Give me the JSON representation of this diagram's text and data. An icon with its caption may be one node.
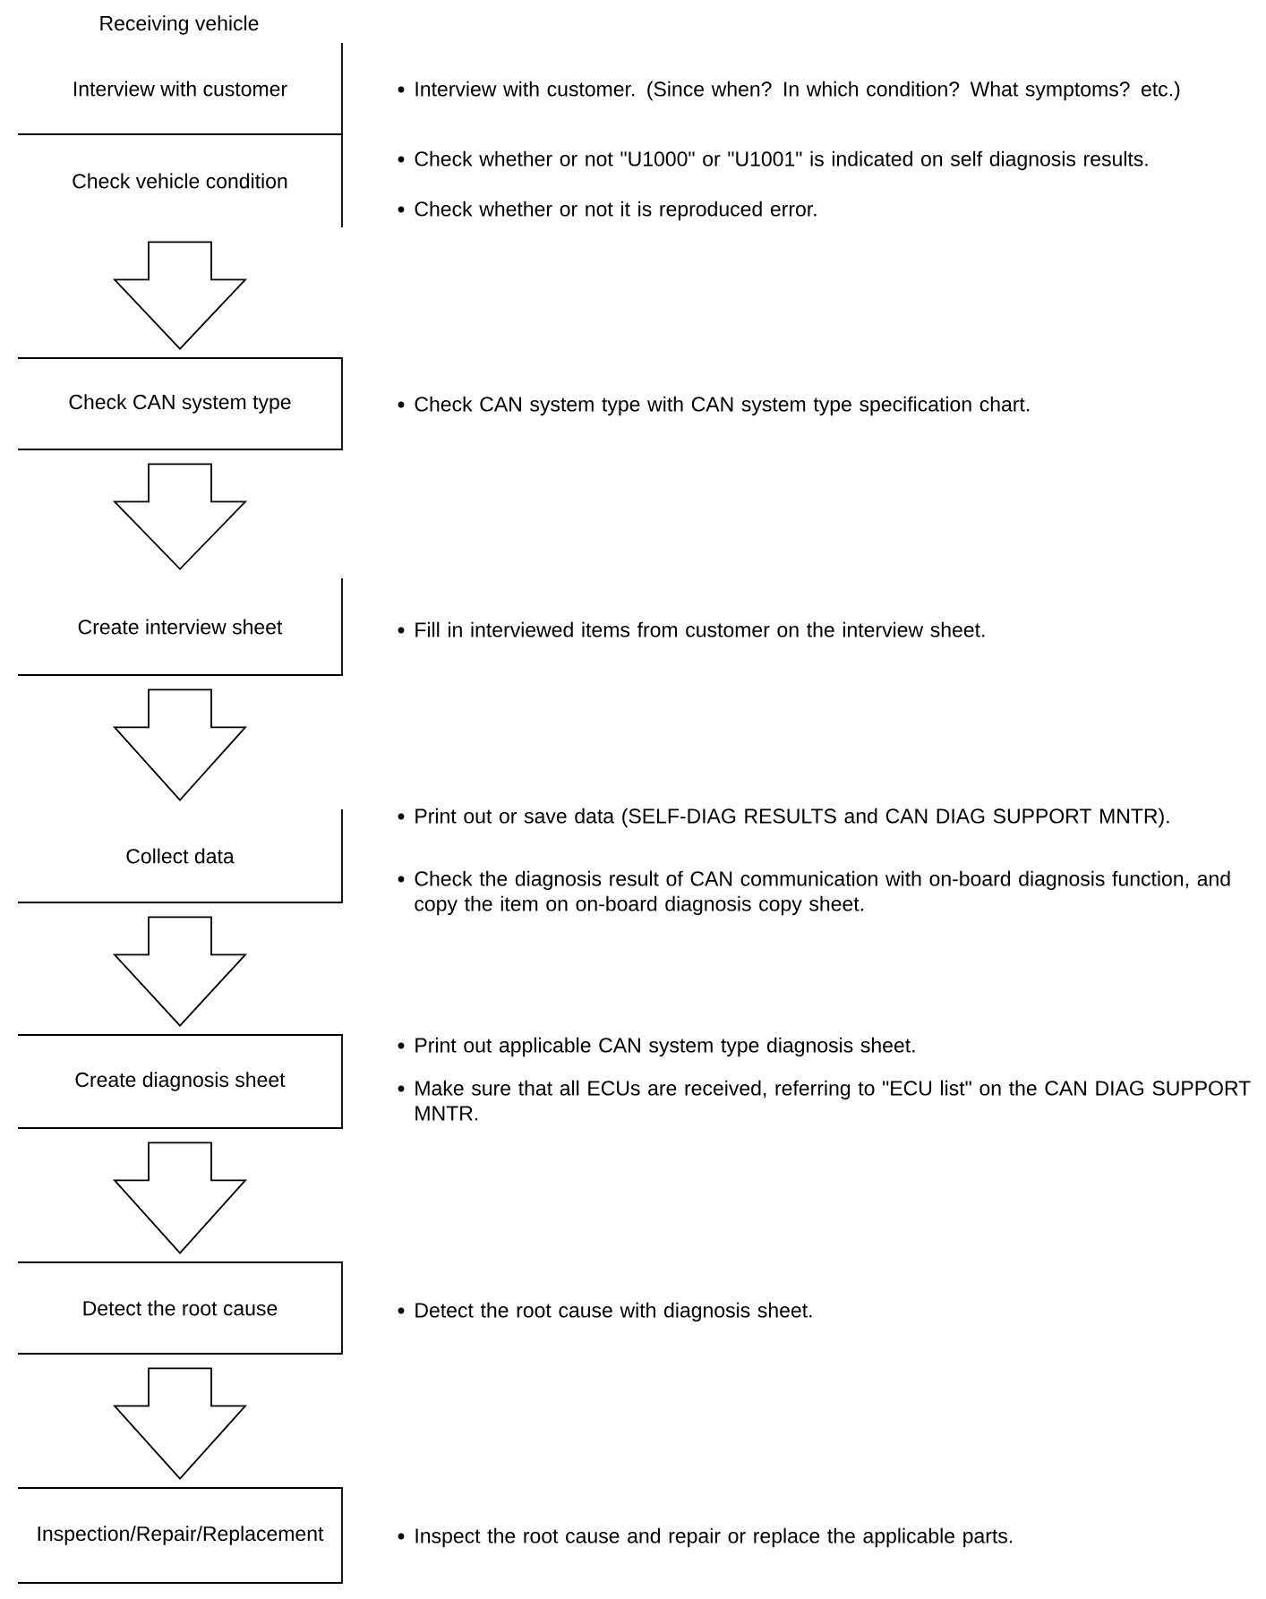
{
  "diagram": {
    "nodes": [
      {
        "text": [
          "Interview with customer"
        ],
        "beside": [
          "Interview with customer. (Since when? In which condition? What symptoms? etc.)"
        ]
      },
      {
        "text": [
          "Check vehicle condition"
        ],
        "beside": [
          "Check whether or not \"U1000\" or \"U1001\" is indicated on self diagnosis results.",
          "Check whether or not it is reproduced error."
        ]
      },
      {
        "text": [
          "Check CAN system type"
        ],
        "beside": [
          "Check CAN system type with CAN system type specification chart."
        ]
      },
      {
        "text": [
          "Create interview sheet"
        ],
        "beside": [
          "Fill in interviewed items from customer on the interview sheet."
        ]
      },
      {
        "text": [
          "Collect data"
        ],
        "beside": [
          "Print out or save data (SELF-DIAG RESULTS and CAN DIAG SUPPORT MNTR).",
          "Check the diagnosis result of CAN communication with on-board diagnosis function, and copy the item on on-board diagnosis copy sheet."
        ]
      },
      {
        "text": [
          "Create diagnosis sheet"
        ],
        "beside": [
          "Print out applicable CAN system type diagnosis sheet.",
          "Make sure that all ECUs are received, referring to \"ECU list\" on the CAN DIAG SUPPORT MNTR."
        ]
      },
      {
        "text": [
          "Detect the root cause"
        ],
        "beside": [
          "Detect the root cause with diagnosis sheet."
        ]
      },
      {
        "text": [
          "Inspection/Repair/Replacement"
        ],
        "beside": [
          "Inspect the root cause and repair or replace the applicable parts."
        ]
      }
    ],
    "edges": [
      {
        "from": 1,
        "to": 2,
        "arrow": "to"
      },
      {
        "from": 2,
        "to": 3,
        "arrow": "to"
      },
      {
        "from": 3,
        "to": 4,
        "arrow": "to"
      },
      {
        "from": 4,
        "to": 5,
        "arrow": "to"
      },
      {
        "from": 5,
        "to": 6,
        "arrow": "to"
      },
      {
        "from": 6,
        "to": 7,
        "arrow": "to"
      }
    ],
    "labels": [
      "Receiving vehicle"
    ]
  }
}
